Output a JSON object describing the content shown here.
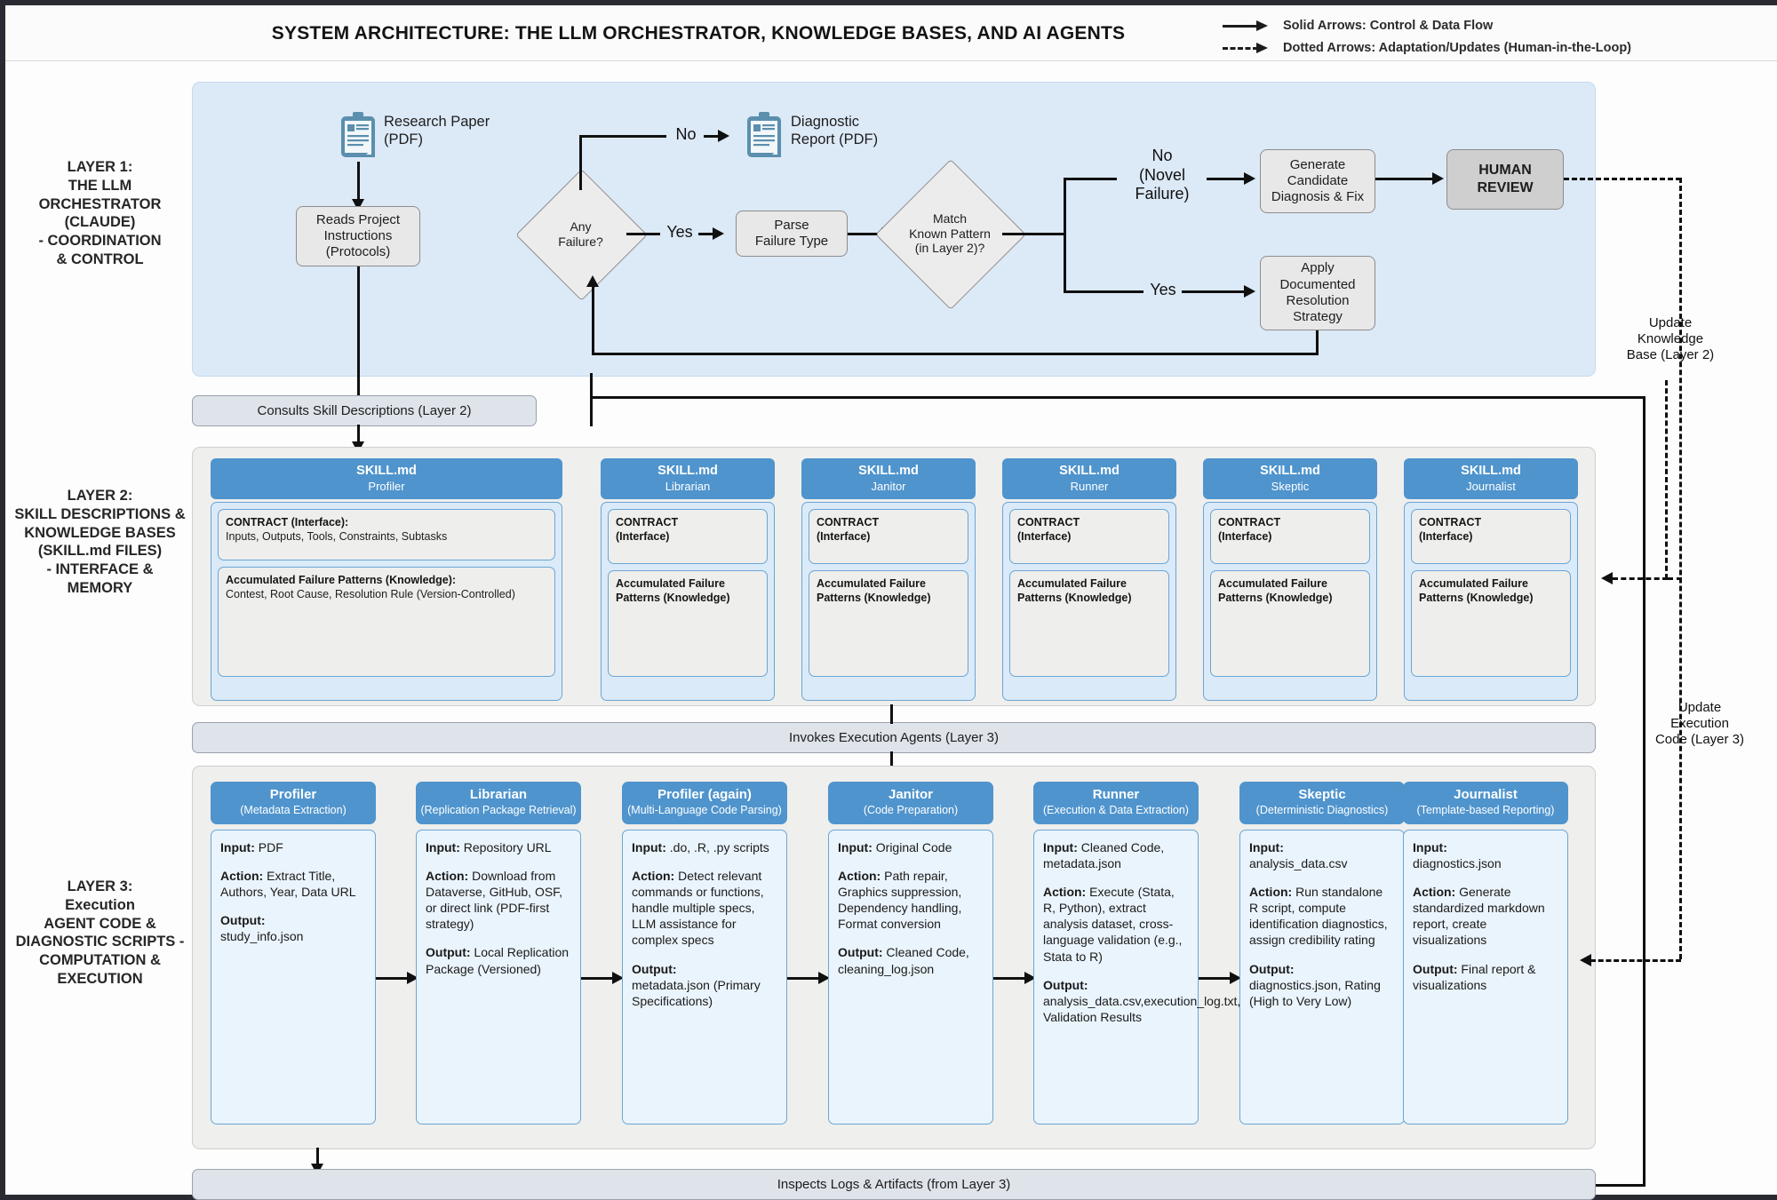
{
  "header": {
    "title": "SYSTEM ARCHITECTURE: THE LLM ORCHESTRATOR, KNOWLEDGE BASES, AND AI AGENTS",
    "legend": [
      {
        "icon": "solid-arrow-icon",
        "text": "Solid Arrows: Control & Data Flow"
      },
      {
        "icon": "dotted-arrow-icon",
        "text": "Dotted Arrows: Adaptation/Updates (Human-in-the-Loop)"
      }
    ]
  },
  "layer_labels": {
    "layer1": "LAYER 1:\nTHE LLM ORCHESTRATOR\n(CLAUDE)\n- COORDINATION\n& CONTROL",
    "layer2": "LAYER 2:\nSKILL DESCRIPTIONS &\nKNOWLEDGE BASES\n(SKILL.md FILES)\n- INTERFACE &\nMEMORY",
    "layer3": "LAYER 3:\nExecution\nAGENT CODE &\nDIAGNOSTIC SCRIPTS -\nCOMPUTATION &\nEXECUTION"
  },
  "layer1": {
    "research_paper": "Research Paper\n(PDF)",
    "diagnostic_report": "Diagnostic\nReport (PDF)",
    "reads_project_instructions": "Reads Project\nInstructions\n(Protocols)",
    "any_failure": "Any\nFailure?",
    "parse_failure_type": "Parse\nFailure Type",
    "match_known_pattern": "Match\nKnown Pattern\n(in Layer 2)?",
    "generate_candidate": "Generate\nCandidate\nDiagnosis & Fix",
    "apply_documented": "Apply\nDocumented\nResolution\nStrategy",
    "human_review": "HUMAN\nREVIEW",
    "edge_no": "No",
    "edge_yes": "Yes",
    "edge_no_novel": "No\n(Novel\nFailure)",
    "edge_yes2": "Yes"
  },
  "connectors": {
    "consults": "Consults Skill Descriptions (Layer 2)",
    "invokes": "Invokes Execution Agents (Layer 3)",
    "inspects": "Inspects Logs & Artifacts  (from Layer 3)",
    "update_kb": "Update\nKnowledge\nBase (Layer 2)",
    "update_exec": "Update\nExecution\nCode (Layer 3)"
  },
  "layer2": {
    "file_label": "SKILL.md",
    "contract_title_full": "CONTRACT (Interface):",
    "contract_body_full": "Inputs, Outputs, Tools, Constraints, Subtasks",
    "knowledge_title_full": "Accumulated Failure Patterns (Knowledge):",
    "knowledge_body_full": "Contest, Root Cause, Resolution Rule (Version-Controlled)",
    "contract_title_short": "CONTRACT\n(Interface)",
    "knowledge_title_short": "Accumulated Failure\nPatterns (Knowledge)",
    "cards": [
      {
        "name": "Profiler"
      },
      {
        "name": "Librarian"
      },
      {
        "name": "Janitor"
      },
      {
        "name": "Runner"
      },
      {
        "name": "Skeptic"
      },
      {
        "name": "Journalist"
      }
    ]
  },
  "layer3": {
    "labels": {
      "input": "Input:",
      "action": "Action:",
      "output": "Output:"
    },
    "cards": [
      {
        "name": "Profiler",
        "subtitle": "(Metadata Extraction)",
        "input": " PDF",
        "action": " Extract Title, Authors, Year, Data URL",
        "output": " study_info.json",
        "output_inline": false
      },
      {
        "name": "Librarian",
        "subtitle": "(Replication Package Retrieval)",
        "input": " Repository URL",
        "action": " Download from Dataverse, GitHub, OSF, or direct link (PDF-first strategy)",
        "output": " Local Replication Package (Versioned)",
        "output_inline": true
      },
      {
        "name": "Profiler (again)",
        "subtitle": "(Multi-Language Code Parsing)",
        "input": " .do, .R, .py scripts",
        "action": " Detect relevant commands or functions,  handle multiple specs, LLM assistance for complex specs",
        "output": " metadata.json (Primary Specifications)",
        "output_inline": false
      },
      {
        "name": "Janitor",
        "subtitle": "(Code Preparation)",
        "input": " Original Code",
        "action": " Path repair, Graphics suppression, Dependency handling, Format conversion",
        "output": " Cleaned Code, cleaning_log.json",
        "output_inline": true
      },
      {
        "name": "Runner",
        "subtitle": "(Execution & Data Extraction)",
        "input": " Cleaned Code, metadata.json",
        "action": " Execute (Stata, R, Python), extract analysis dataset, cross-language validation (e.g., Stata to R)",
        "output": " analysis_data.csv,execution_log.txt, Validation Results",
        "output_inline": false
      },
      {
        "name": "Skeptic",
        "subtitle": "(Deterministic Diagnostics)",
        "input": " analysis_data.csv",
        "action": " Run standalone R script, compute identification diagnostics, assign credibility rating",
        "output": " diagnostics.json, Rating (High to Very Low)",
        "output_inline": false
      },
      {
        "name": "Journalist",
        "subtitle": "(Template-based Reporting)",
        "input": " diagnostics.json",
        "action": " Generate standardized markdown report, create visualizations",
        "output": " Final report & visualizations",
        "output_inline": true
      }
    ]
  },
  "colors": {
    "accent": "#4f94cd",
    "layer1_bg": "#dce9f7",
    "panel_bg": "#efefed",
    "node_bg": "#e8e8e8",
    "human_review_bg": "#cfcfcf"
  }
}
